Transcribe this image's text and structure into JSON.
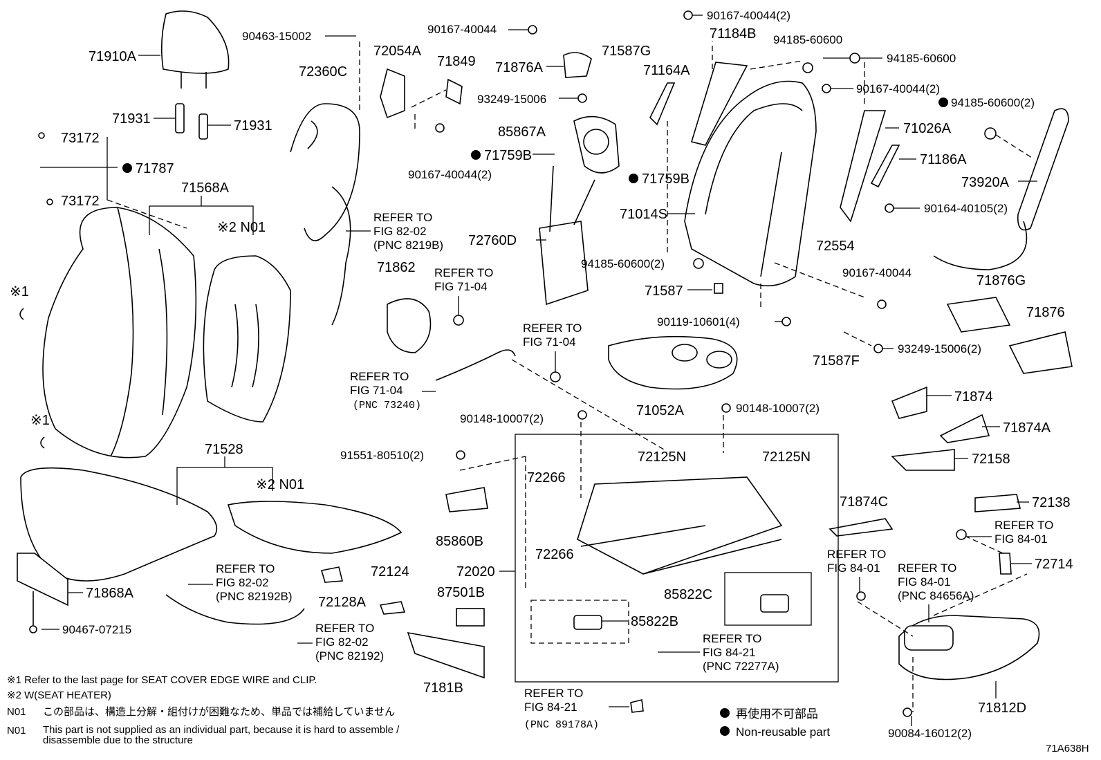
{
  "labels": {
    "p71910A": "71910A",
    "p71931a": "71931",
    "p71931b": "71931",
    "p73172a": "73172",
    "p73172b": "73172",
    "p71787": "71787",
    "p71568A": "71568A",
    "pN01a": "※2 N01",
    "p90463": "90463-15002",
    "p72360C": "72360C",
    "p72054A": "72054A",
    "p71849": "71849",
    "p90167a": "90167-40044",
    "p71876A": "71876A",
    "p71587G": "71587G",
    "p93249a": "93249-15006",
    "p85867A": "85867A",
    "p71759Ba": "71759B",
    "p90167b": "90167-40044(2)",
    "p71759Bb": "71759B",
    "p90167c": "90167-40044(2)",
    "p71184B": "71184B",
    "p94185a": "94185-60600",
    "p94185b": "94185-60600",
    "p71164A": "71164A",
    "p90167d": "90167-40044(2)",
    "p71026A": "71026A",
    "p94185c": "94185-60600(2)",
    "p71186A": "71186A",
    "p73920A": "73920A",
    "p71014S": "71014S",
    "p90164": "90164-40105(2)",
    "p72760D": "72760D",
    "p94185d": "94185-60600(2)",
    "p72554": "72554",
    "p90167e": "90167-40044",
    "p71587": "71587",
    "p71876G": "71876G",
    "p90119": "90119-10601(4)",
    "p71876": "71876",
    "p71587F": "71587F",
    "p93249b": "93249-15006(2)",
    "p71862": "71862",
    "p71052A": "71052A",
    "p71874": "71874",
    "p71874A": "71874A",
    "p90148a": "90148-10007(2)",
    "p90148b": "90148-10007(2)",
    "p71528": "71528",
    "pN01b": "※2 N01",
    "p91551": "91551-80510(2)",
    "p72266a": "72266",
    "p72125Na": "72125N",
    "p72125Nb": "72125N",
    "p72158": "72158",
    "p71874C": "71874C",
    "p72138": "72138",
    "p85860B": "85860B",
    "p72266b": "72266",
    "p72714": "72714",
    "p71868A": "71868A",
    "p72124": "72124",
    "p72128A": "72128A",
    "p72020": "72020",
    "p85822C": "85822C",
    "p87501B": "87501B",
    "p90467": "90467-07215",
    "p85822B": "85822B",
    "p7181B": "7181B",
    "p71812D": "71812D",
    "p90084": "90084-16012(2)",
    "ref1_l1": "REFER TO",
    "ref1_l2": "FIG 82-02",
    "ref1_l3": "(PNC 8219B)",
    "ref2_l1": "REFER TO",
    "ref2_l2": "FIG 71-04",
    "ref3_l1": "REFER TO",
    "ref3_l2": "FIG 71-04",
    "ref4_l1": "REFER TO",
    "ref4_l2": "FIG 71-04",
    "ref4_l3": "(PNC 73240)",
    "ref5_l1": "REFER TO",
    "ref5_l2": "FIG 82-02",
    "ref5_l3": "(PNC 82192B)",
    "ref6_l1": "REFER TO",
    "ref6_l2": "FIG 82-02",
    "ref6_l3": "(PNC 82192)",
    "ref7_l1": "REFER TO",
    "ref7_l2": "FIG 84-01",
    "ref8_l1": "REFER TO",
    "ref8_l2": "FIG 84-01",
    "ref9_l1": "REFER TO",
    "ref9_l2": "FIG 84-01",
    "ref9_l3": "(PNC 84656A)",
    "ref10_l1": "REFER TO",
    "ref10_l2": "FIG 84-21",
    "ref10_l3": "(PNC 72277A)",
    "ref11_l1": "REFER TO",
    "ref11_l2": "FIG 84-21",
    "ref11_l3": "(PNC 89178A)",
    "mark1a": "※1",
    "mark1b": "※1"
  },
  "notes": {
    "n1": "※1 Refer to the last page for SEAT COVER EDGE WIRE and CLIP.",
    "n2": "※2 W(SEAT HEATER)",
    "n3_key": "N01",
    "n3_text": "この部品は、構造上分解・組付けが困難なため、単品では補給していません",
    "n4_key": "N01",
    "n4_text_l1": "This part is not supplied as an individual part, because it is hard to assemble /",
    "n4_text_l2": "disassemble due to the structure",
    "legend_jp": "再使用不可部品",
    "legend_en": "Non-reusable part",
    "figure_id": "71A638H"
  }
}
